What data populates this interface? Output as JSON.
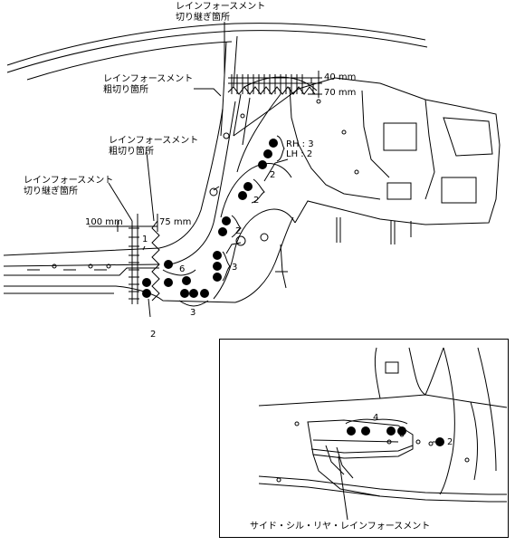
{
  "labels": {
    "reinforcement_splice_top": "レインフォースメント\n切り継ぎ箇所",
    "reinforcement_rough_cut_top": "レインフォースメント\n粗切り箇所",
    "reinforcement_rough_cut_mid": "レインフォースメント\n粗切り箇所",
    "reinforcement_splice_left": "レインフォースメント\n切り継ぎ箇所",
    "side_sill_rear_reinforcement": "サイド・シル・リヤ・レインフォースメント"
  },
  "dimensions": {
    "d40": "40 mm",
    "d70": "70 mm",
    "d100": "100 mm",
    "d75": "75 mm"
  },
  "callouts": {
    "rh": "RH : 3",
    "lh": "LH : 2",
    "c2a": "2",
    "c2b": "2",
    "c2c": "2",
    "c3a": "3",
    "c6": "6",
    "c1": "1",
    "c3b": "3",
    "c2d": "2",
    "c4": "4",
    "c2e": "2"
  }
}
